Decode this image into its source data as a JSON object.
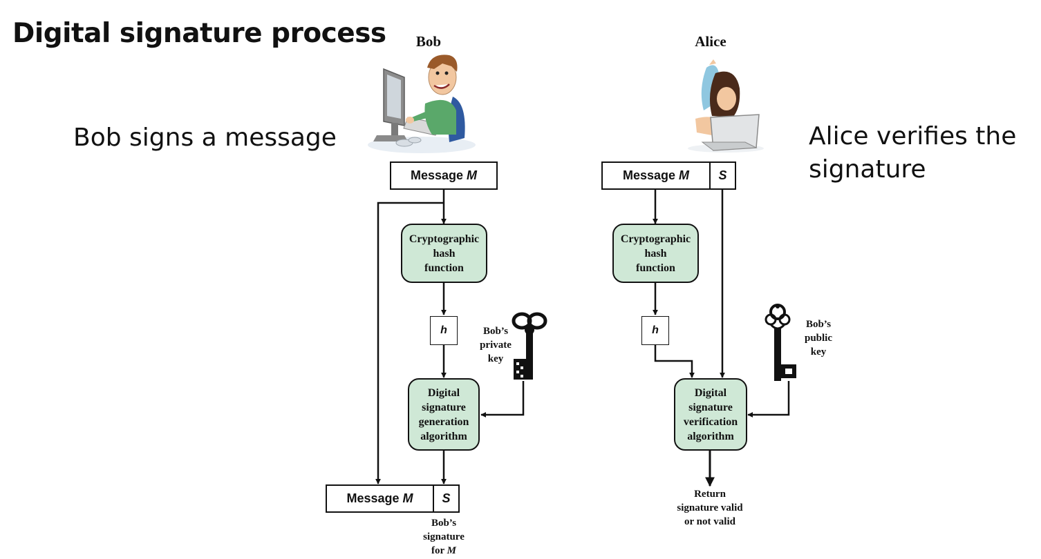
{
  "title": "Digital signature process",
  "bob": {
    "name": "Bob",
    "caption": "Bob signs a message",
    "message_label": "Message",
    "message_var": "M",
    "hash_function": [
      "Cryptographic",
      "hash",
      "function"
    ],
    "hash_value": "h",
    "key_label": [
      "Bob’s",
      "private",
      "key"
    ],
    "algorithm": [
      "Digital",
      "signature",
      "generation",
      "algorithm"
    ],
    "output_message_label": "Message",
    "output_message_var": "M",
    "signature_symbol": "S",
    "signature_label_line1": "Bob’s",
    "signature_label_line2": "signature",
    "signature_label_for": "for",
    "signature_label_var": "M"
  },
  "alice": {
    "name": "Alice",
    "caption_line1": "Alice verifies the",
    "caption_line2": "signature",
    "message_label": "Message",
    "message_var": "M",
    "signature_symbol": "S",
    "hash_function": [
      "Cryptographic",
      "hash",
      "function"
    ],
    "hash_value": "h",
    "key_label": [
      "Bob’s",
      "public",
      "key"
    ],
    "algorithm": [
      "Digital",
      "signature",
      "verification",
      "algorithm"
    ],
    "result": [
      "Return",
      "signature valid",
      "or not valid"
    ]
  },
  "colors": {
    "process_fill": "#cfe8d6",
    "stroke": "#111111"
  }
}
